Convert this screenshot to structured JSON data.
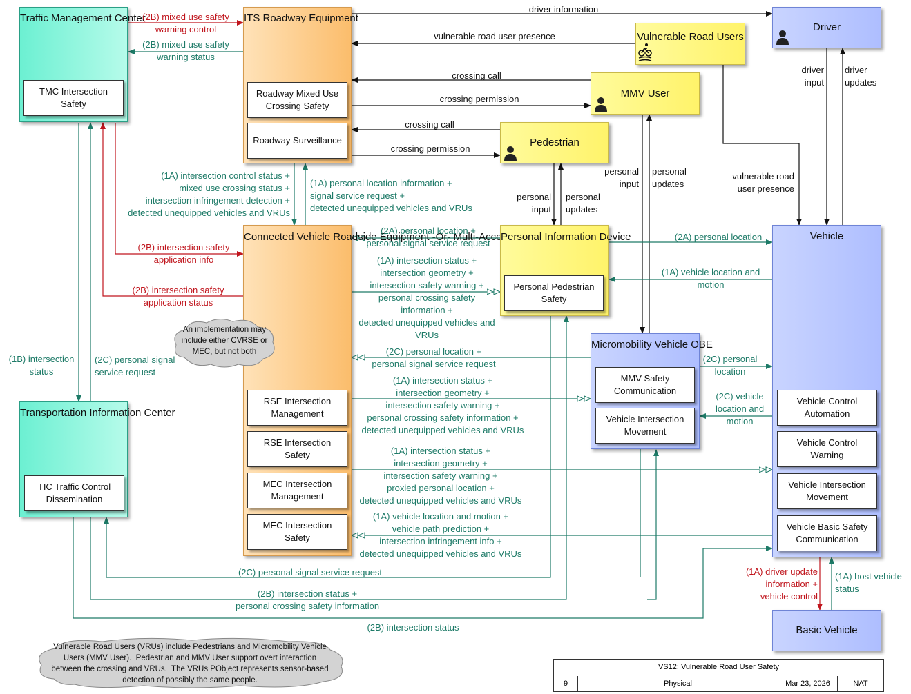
{
  "entities": {
    "tmc": {
      "title": "Traffic Management Center",
      "sub": [
        "TMC Intersection Safety"
      ]
    },
    "its": {
      "title": "ITS Roadway Equipment",
      "sub": [
        "Roadway Mixed Use Crossing Safety",
        "Roadway Surveillance"
      ]
    },
    "vru": {
      "title": "Vulnerable Road Users"
    },
    "driver": {
      "title": "Driver"
    },
    "mmv_user": {
      "title": "MMV User"
    },
    "pedestrian": {
      "title": "Pedestrian"
    },
    "cvrse": {
      "title": "Connected Vehicle Roadside Equipment -Or- Multi-Access Edge Computing",
      "sub": [
        "RSE Intersection Management",
        "RSE Intersection Safety",
        "MEC Intersection Management",
        "MEC Intersection Safety"
      ]
    },
    "pid": {
      "title": "Personal Information Device",
      "sub": [
        "Personal Pedestrian Safety"
      ]
    },
    "vehicle": {
      "title": "Vehicle",
      "sub": [
        "Vehicle Control Automation",
        "Vehicle Control Warning",
        "Vehicle Intersection Movement",
        "Vehicle Basic Safety Communication"
      ]
    },
    "mmv_obe": {
      "title": "Micromobility Vehicle OBE",
      "sub": [
        "MMV Safety Communication",
        "Vehicle Intersection Movement"
      ]
    },
    "tic": {
      "title": "Transportation Information Center",
      "sub": [
        "TIC Traffic Control Dissemination"
      ]
    },
    "basic_vehicle": {
      "title": "Basic Vehicle"
    }
  },
  "flows": {
    "f_driver_info": "driver information",
    "f_vru_presence_its": "vulnerable road user presence",
    "f_crossing_call_mmv": "crossing call",
    "f_crossing_perm_mmv": "crossing permission",
    "f_crossing_call_ped": "crossing call",
    "f_crossing_perm_ped": "crossing permission",
    "f_2b_mixed_control": "(2B) mixed use safety\nwarning control",
    "f_2b_mixed_status": "(2B) mixed use safety\nwarning status",
    "f_1a_its_rse": "(1A) intersection control status +\nmixed use crossing status +\nintersection infringement detection +\ndetected unequipped vehicles and VRUs",
    "f_1a_rse_its": "(1A) personal location information +\nsignal service request +\ndetected unequipped vehicles and VRUs",
    "f_2b_app_info": "(2B) intersection safety\napplication info",
    "f_2b_app_status": "(2B) intersection safety\napplication status",
    "f_2a_pid_rse": "(2A) personal location +\npersonal signal service request",
    "f_1a_rse_pid": "(1A) intersection status +\nintersection geometry +\nintersection safety warning +\npersonal crossing safety\ninformation +\ndetected unequipped vehicles and\nVRUs",
    "f_ped_input": "personal\ninput",
    "f_ped_updates": "personal\nupdates",
    "f_mmv_input": "personal\ninput",
    "f_mmv_updates": "personal\nupdates",
    "f_driver_input": "driver\ninput",
    "f_driver_updates": "driver\nupdates",
    "f_vru_presence_veh": "vulnerable road\nuser presence",
    "f_2a_pid_veh": "(2A) personal location",
    "f_1a_veh_pid": "(1A) vehicle location and\nmotion",
    "f_2c_mmv_rse": "(2C) personal location +\npersonal signal service request",
    "f_1a_rse_mmv": "(1A) intersection status +\nintersection geometry +\nintersection safety warning +\npersonal crossing safety information +\ndetected unequipped vehicles and VRUs",
    "f_2c_mmv_veh": "(2C) personal\nlocation",
    "f_2c_veh_mmv": "(2C) vehicle\nlocation and\nmotion",
    "f_1a_rse_veh": "(1A) intersection status +\nintersection geometry +\nintersection safety warning +\nproxied personal location +\ndetected unequipped vehicles and VRUs",
    "f_1a_veh_rse": "(1A) vehicle location and motion +\nvehicle path prediction +\nintersection infringement info +\ndetected unequipped vehicles and VRUs",
    "f_1b_tic": "(1B) intersection\nstatus",
    "f_2c_tic": "(2C) personal signal\nservice request",
    "f_2c_psr": "(2C) personal signal service request",
    "f_2b_status_pcs": "(2B) intersection status +\npersonal crossing safety information",
    "f_2b_status": "(2B) intersection status",
    "f_1a_driver_update": "(1A) driver update\ninformation +\nvehicle control",
    "f_1a_host_status": "(1A) host vehicle\nstatus"
  },
  "notes": {
    "cloud_impl": "An implementation may\ninclude either CVRSE or\nMEC, but not both",
    "cloud_vru": "Vulnerable Road Users (VRUs) include Pedestrians and Micromobility Vehicle\nUsers (MMV User).  Pedestrian and MMV User support overt interaction\nbetween the crossing and VRUs.  The VRUs PObject represents sensor-based\ndetection of possibly the same people."
  },
  "footer": {
    "title": "VS12: Vulnerable Road User Safety",
    "page": "9",
    "view": "Physical",
    "date": "Mar 23, 2026",
    "owner": "NAT"
  },
  "icons": {
    "person": "person-icon",
    "bicycle": "bicycle-icon"
  },
  "colors": {
    "flow_black": "#111111",
    "flow_green": "#1d7a67",
    "flow_red": "#c0151d",
    "center_teal": "#7ff2d8",
    "field_orange": "#fcc47c",
    "user_yellow": "#fff67a",
    "vehicle_blue": "#b7c6ff"
  }
}
